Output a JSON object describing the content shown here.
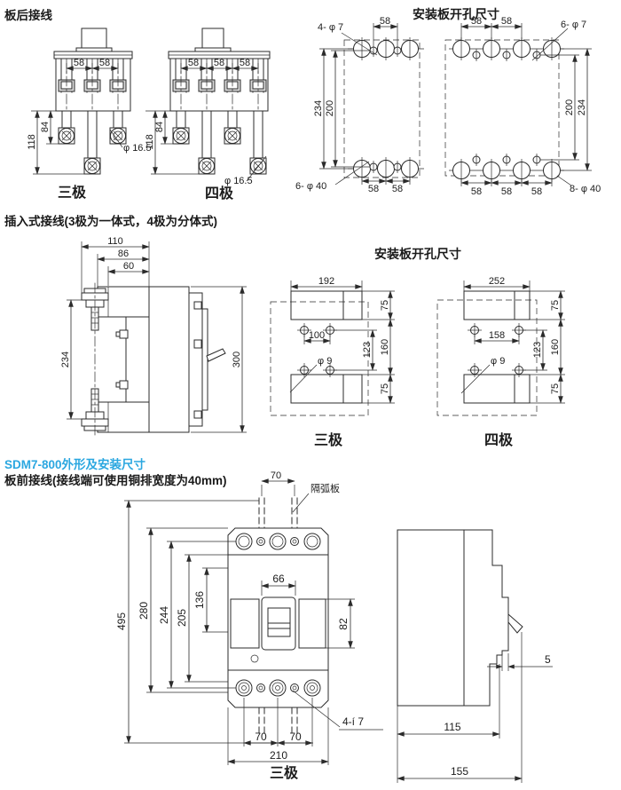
{
  "page": {
    "background": "#ffffff",
    "line_color": "#2b2b2b",
    "accent_blue": "#2ba7e0"
  },
  "rear_section": {
    "heading": "板后接线",
    "drill_title": "安装板开孔尺寸",
    "pole3": {
      "label": "三极",
      "d58a": "58",
      "d58b": "58",
      "d84": "84",
      "d118": "118",
      "hole": "φ 16.5"
    },
    "pole4": {
      "label": "四极",
      "d58a": "58",
      "d58b": "58",
      "d58c": "58",
      "d84": "84",
      "d118": "118",
      "hole": "φ 16.5"
    },
    "drill3": {
      "callout_small": "4- φ 7",
      "callout_big": "6- φ 40",
      "d58_top": "58",
      "d234": "234",
      "d200": "200",
      "d58_b1": "58",
      "d58_b2": "58"
    },
    "drill4": {
      "callout_small": "6- φ 7",
      "callout_big": "8- φ 40",
      "d58_t1": "58",
      "d58_t2": "58",
      "d200": "200",
      "d234": "234",
      "d58_b1": "58",
      "d58_b2": "58",
      "d58_b3": "58"
    }
  },
  "plug_section": {
    "heading": "插入式接线(3极为一体式，4极为分体式)",
    "drill_title": "安装板开孔尺寸",
    "side": {
      "d110": "110",
      "d86": "86",
      "d60": "60",
      "d234": "234",
      "d300": "300"
    },
    "drill3": {
      "label": "三极",
      "d192": "192",
      "d75a": "75",
      "d100": "100",
      "d123": "123",
      "d160": "160",
      "hole": "φ 9",
      "d75b": "75"
    },
    "drill4": {
      "label": "四极",
      "d252": "252",
      "d75a": "75",
      "d158": "158",
      "d123": "123",
      "d160": "160",
      "hole": "φ 9",
      "d75b": "75"
    }
  },
  "outline_section": {
    "heading": "SDM7-800外形及安装尺寸",
    "subheading": "板前接线(接线端可使用铜排宽度为40mm)",
    "front": {
      "label": "三极",
      "d70_top": "70",
      "arc_plate": "隔弧板",
      "d495": "495",
      "d280": "280",
      "d244": "244",
      "d205": "205",
      "d136": "136",
      "d66": "66",
      "d82": "82",
      "hole_callout": "4-í 7",
      "d70_b1": "70",
      "d70_b2": "70",
      "d210": "210"
    },
    "side": {
      "d5": "5",
      "d115": "115",
      "d155": "155"
    }
  }
}
